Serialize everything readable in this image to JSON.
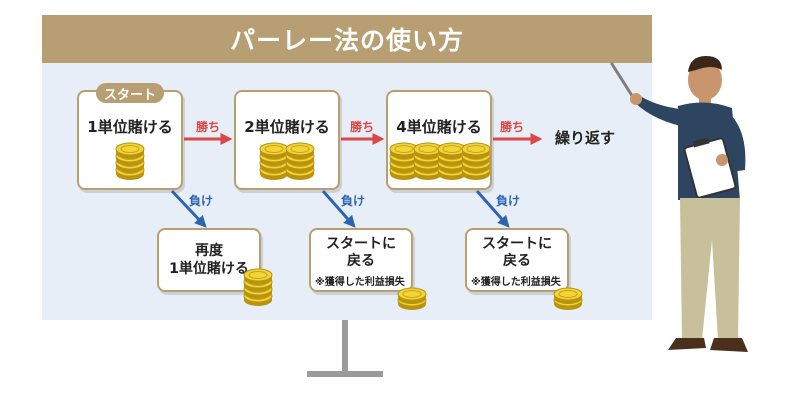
{
  "title": "パーレー法の使い方",
  "start_badge": "スタート",
  "steps": [
    {
      "label": "1単位賭ける"
    },
    {
      "label": "2単位賭ける"
    },
    {
      "label": "4単位賭ける"
    }
  ],
  "win_label": "勝ち",
  "lose_label": "負け",
  "repeat_label": "繰り返す",
  "loss_outcomes": [
    {
      "line1": "再度",
      "line2": "1単位賭ける"
    },
    {
      "line1": "スタートに",
      "line2": "戻る",
      "note": "※獲得した利益損失"
    },
    {
      "line1": "スタートに",
      "line2": "戻る",
      "note": "※獲得した利益損失"
    }
  ],
  "colors": {
    "title_bar": "#b79f73",
    "board": "#e8eef7",
    "win_arrow": "#d94747",
    "lose_arrow": "#2e65b0",
    "coin": "#e7c52a"
  }
}
